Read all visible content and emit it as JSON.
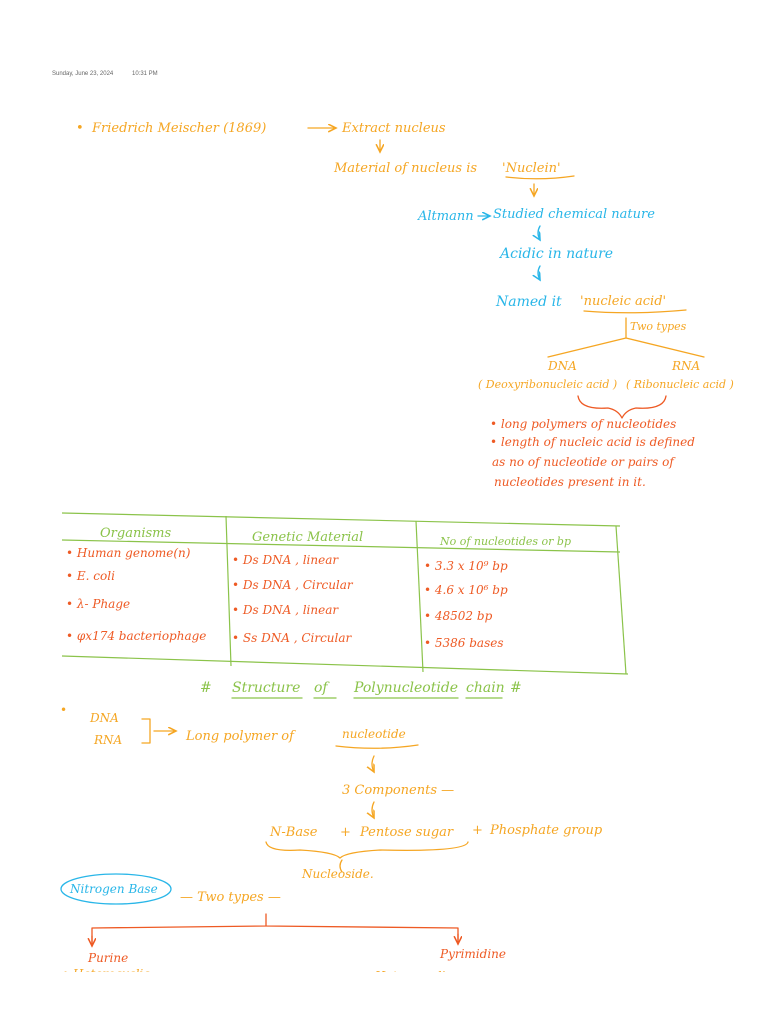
{
  "stamp": {
    "date": "Sunday, June 23, 2024",
    "time": "10:31 PM"
  },
  "colors": {
    "orange": "#F5A623",
    "blue": "#29B6E8",
    "red": "#EE5A24",
    "green": "#8BC34A",
    "ink": "#666666"
  },
  "history": {
    "bullet": "•",
    "miescher": "Friedrich Meischer (1869)",
    "extract": "Extract nucleus",
    "material_prefix": "Material of nucleus is",
    "nuclein": "'Nuclein'",
    "altmann": "Altmann",
    "studied": "Studied chemical nature",
    "acidic": "Acidic in nature",
    "named_prefix": "Named it",
    "nucleic_acid": "'nucleic acid'",
    "two_types": "Two types",
    "dna": "DNA",
    "rna": "RNA",
    "dna_full": "( Deoxyribonucleic acid )",
    "rna_full": "( Ribonucleic acid )",
    "notes": [
      "• long polymers of nucleotides",
      "• length of nucleic acid is defined",
      "as no of nucleotide or pairs of",
      "nucleotides present in it."
    ]
  },
  "table": {
    "headers": [
      "Organisms",
      "Genetic Material",
      "No of nucleotides or bp"
    ],
    "rows": [
      [
        "• Human genome(n)",
        "• Ds DNA , linear",
        "• 3.3 x 10⁹ bp"
      ],
      [
        "• E. coli",
        "• Ds DNA , Circular",
        "• 4.6 x 10⁶ bp"
      ],
      [
        "• λ- Phage",
        "• Ds DNA , linear",
        "• 48502 bp"
      ],
      [
        "• φx174 bacteriophage",
        "• Ss DNA , Circular",
        "• 5386 bases"
      ]
    ]
  },
  "polynucleotide": {
    "heading_hash": "#",
    "heading_words": [
      "Structure",
      "of",
      "Polynucleotide",
      "chain"
    ],
    "bullet": "•",
    "dna": "DNA",
    "rna": "RNA",
    "long_polymer": "Long polymer of",
    "nucleotide": "nucleotide",
    "components": "3 Components —",
    "n_base": "N-Base",
    "plus": "+",
    "pentose": "Pentose sugar",
    "phosphate": "Phosphate group",
    "nucleoside": "Nucleoside.",
    "nitrogen_base": "Nitrogen Base",
    "two_types": "— Two types —",
    "purine": "Purine",
    "pyrimidine": "Pyrimidine",
    "purine_note": "• Heterocyclic",
    "pyrimidine_note": "• Heterocyclic"
  }
}
